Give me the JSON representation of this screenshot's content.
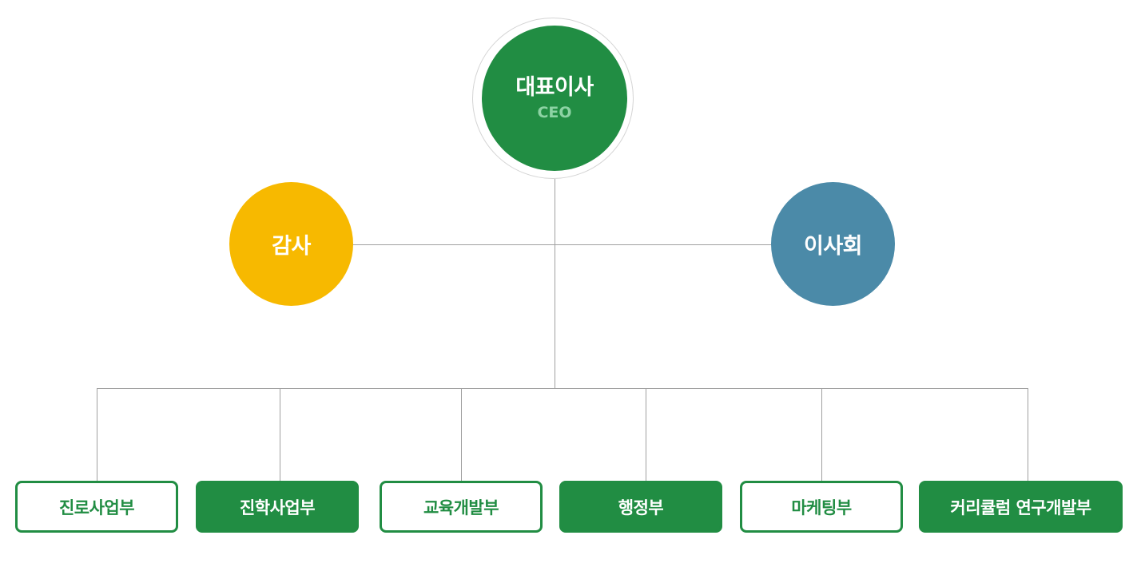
{
  "chart": {
    "ceo": {
      "title": "대표이사",
      "subtitle": "CEO"
    },
    "auditor": {
      "label": "감사"
    },
    "board": {
      "label": "이사회"
    },
    "departments": [
      {
        "label": "진로사업부",
        "style": "outline"
      },
      {
        "label": "진학사업부",
        "style": "filled"
      },
      {
        "label": "교육개발부",
        "style": "outline"
      },
      {
        "label": "행정부",
        "style": "filled"
      },
      {
        "label": "마케팅부",
        "style": "outline"
      },
      {
        "label": "커리큘럼 연구개발부",
        "style": "filled"
      }
    ]
  },
  "colors": {
    "ceo": "#218d43",
    "ceo_subtitle": "#8dd3a4",
    "auditor": "#f7b900",
    "board": "#4b8aa8",
    "department": "#218d43",
    "connector": "#a0a0a0"
  }
}
